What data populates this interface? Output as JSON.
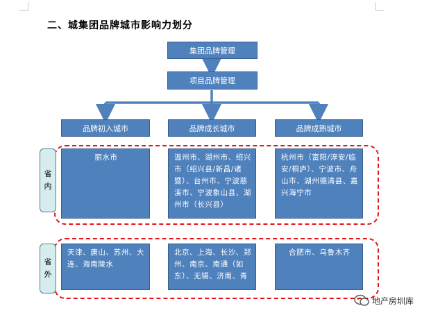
{
  "heading": "二、城集团品牌城市影响力划分",
  "nodes": {
    "root": "集团品牌管理",
    "mid": "项目品牌管理",
    "cat_entry": "品牌初入城市",
    "cat_growth": "品牌成长城市",
    "cat_mature": "品牌成熟城市"
  },
  "groups": {
    "inside": {
      "char1": "省",
      "char2": "内"
    },
    "outside": {
      "char1": "省",
      "char2": "外"
    }
  },
  "cells": {
    "in_entry": "丽水市",
    "in_growth": "温州市、湖州市、绍兴市（绍兴县/新昌/诸暨）、台州市、宁波慈溪市、宁波象山县、湖州市（长兴县）",
    "in_mature": "杭州市（富阳/淳安/临安/桐庐）、宁波市、舟山市、湖州德清县、嘉兴海宁市",
    "out_entry": "天津、唐山、苏州、大连、海南陵水",
    "out_growth": "北京、上海、长沙、郑州、南京、南通（如东）、无锡、济南、青",
    "out_mature": "合肥市、乌鲁木齐"
  },
  "watermark": "地产房圳库",
  "colors": {
    "box": "#4f81bd",
    "dash": "#e3141b",
    "arrow": "#4f81bd"
  }
}
